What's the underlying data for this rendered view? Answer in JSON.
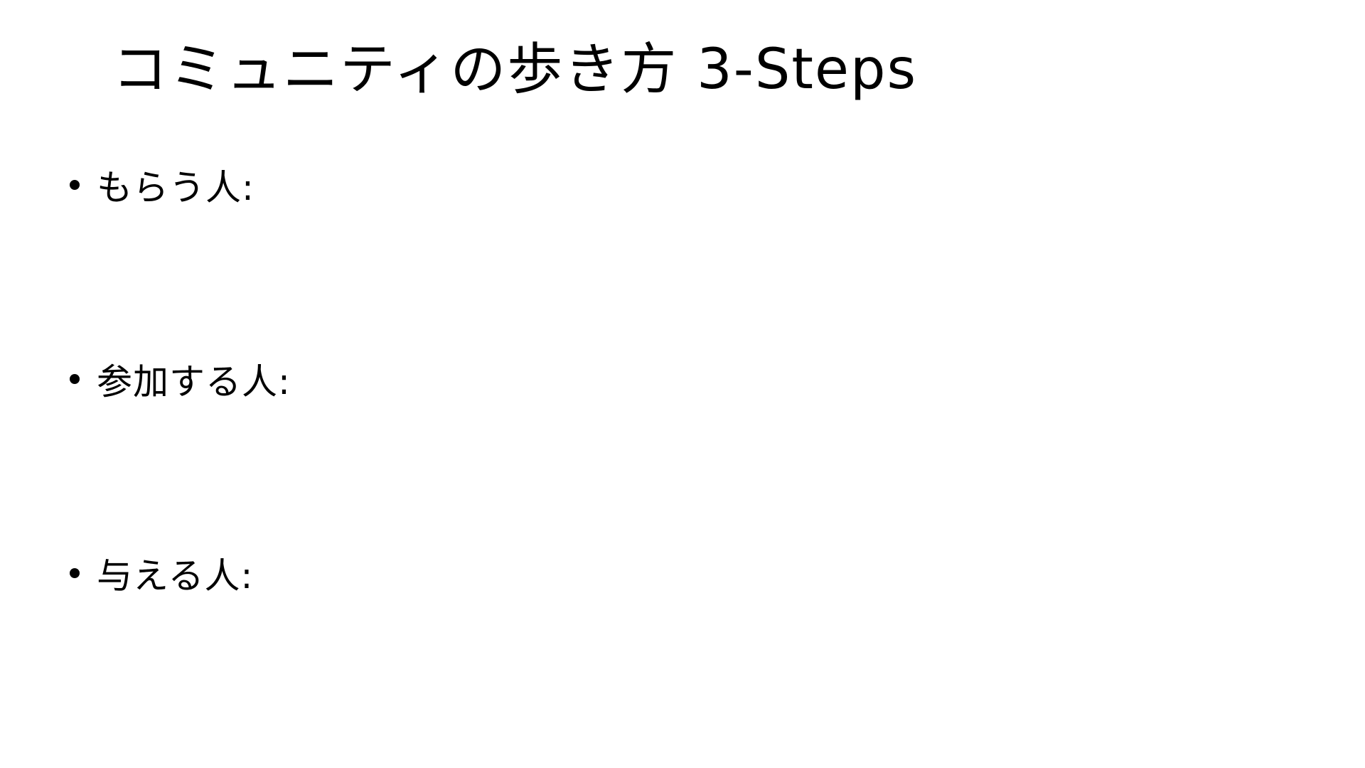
{
  "slide": {
    "title": "コミュニティの歩き方 3-Steps",
    "bullets": [
      {
        "label": "もらう人:"
      },
      {
        "label": "参加する人:"
      },
      {
        "label": "与える人:"
      }
    ]
  },
  "colors": {
    "background": "#ffffff",
    "text": "#000000"
  }
}
